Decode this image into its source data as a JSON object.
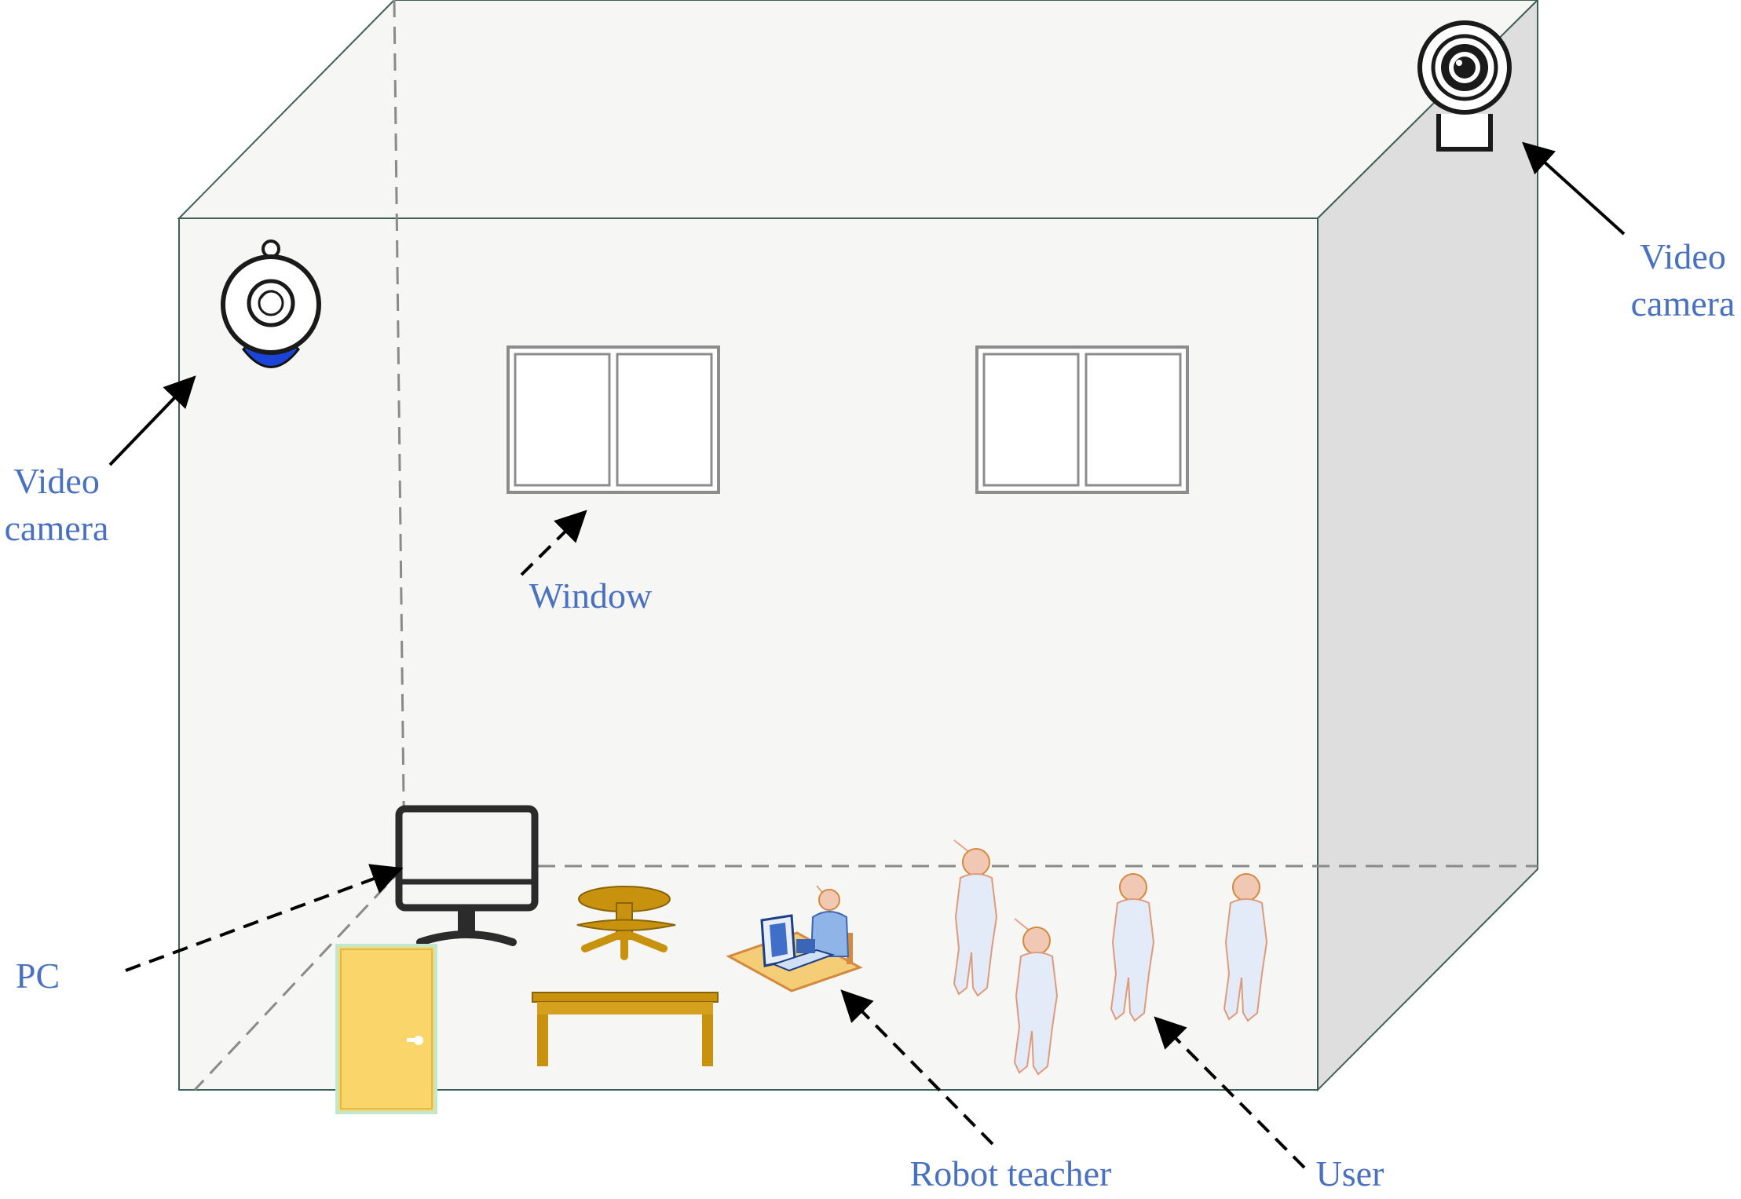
{
  "labels": {
    "camera_left_line1": "Video",
    "camera_left_line2": "camera",
    "camera_right_line1": "Video",
    "camera_right_line2": "camera",
    "window": "Window",
    "pc": "PC",
    "robot_teacher": "Robot teacher",
    "user": "User"
  },
  "colors": {
    "label": "#4a70c0",
    "wall_front": "#f6f6f5",
    "wall_back": "#f6f6f5",
    "wall_side": "#dedede",
    "edge": "#3f6058",
    "furniture": "#c8920e",
    "door": "#f9d56a",
    "camera_base": "#1b43d6",
    "figure_fill": "#e3ebf8",
    "figure_head": "#f1c8b4"
  },
  "icons": [
    "video-camera-icon",
    "window-icon",
    "pc-monitor-icon",
    "stool-icon",
    "table-icon",
    "robot-teacher-icon",
    "user-figure-icon",
    "door-icon"
  ]
}
